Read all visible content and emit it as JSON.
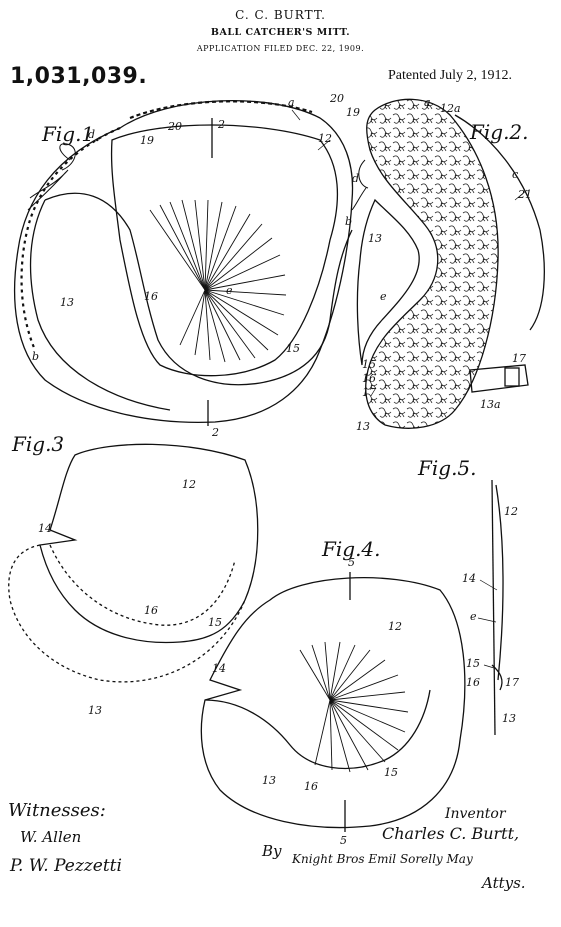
{
  "header": {
    "inventor_name": "C. C. BURTT.",
    "title": "BALL CATCHER'S MITT.",
    "application_filed": "APPLICATION FILED DEC. 22, 1909.",
    "patent_number": "1,031,039.",
    "patented_date": "Patented July 2, 1912."
  },
  "figures": {
    "fig1": "Fig.1.",
    "fig2": "Fig.2.",
    "fig3": "Fig.3",
    "fig4": "Fig.4.",
    "fig5": "Fig.5."
  },
  "labels": {
    "fig1": [
      "a",
      "d",
      "19",
      "20",
      "2",
      "12",
      "b",
      "13",
      "16",
      "e",
      "15",
      "b",
      "2"
    ],
    "fig2": [
      "20",
      "19",
      "a",
      "12a",
      "c",
      "21",
      "d",
      "13",
      "e",
      "15",
      "16",
      "17",
      "17",
      "13a",
      "13"
    ],
    "fig3": [
      "12",
      "14",
      "16",
      "15",
      "13"
    ],
    "fig4": [
      "5",
      "12",
      "14",
      "13",
      "16",
      "15",
      "5"
    ],
    "fig5": [
      "12",
      "14",
      "e",
      "15",
      "16",
      "17",
      "13"
    ]
  },
  "signatures": {
    "witnesses_label": "Witnesses:",
    "witness1": "W. Allen",
    "witness2": "P. W. Pezzetti",
    "inventor_label": "Inventor",
    "inventor": "Charles C. Burtt,",
    "by": "By",
    "attorneys": "Knight Bros Emil Sorelly May",
    "attys": "Attys."
  }
}
